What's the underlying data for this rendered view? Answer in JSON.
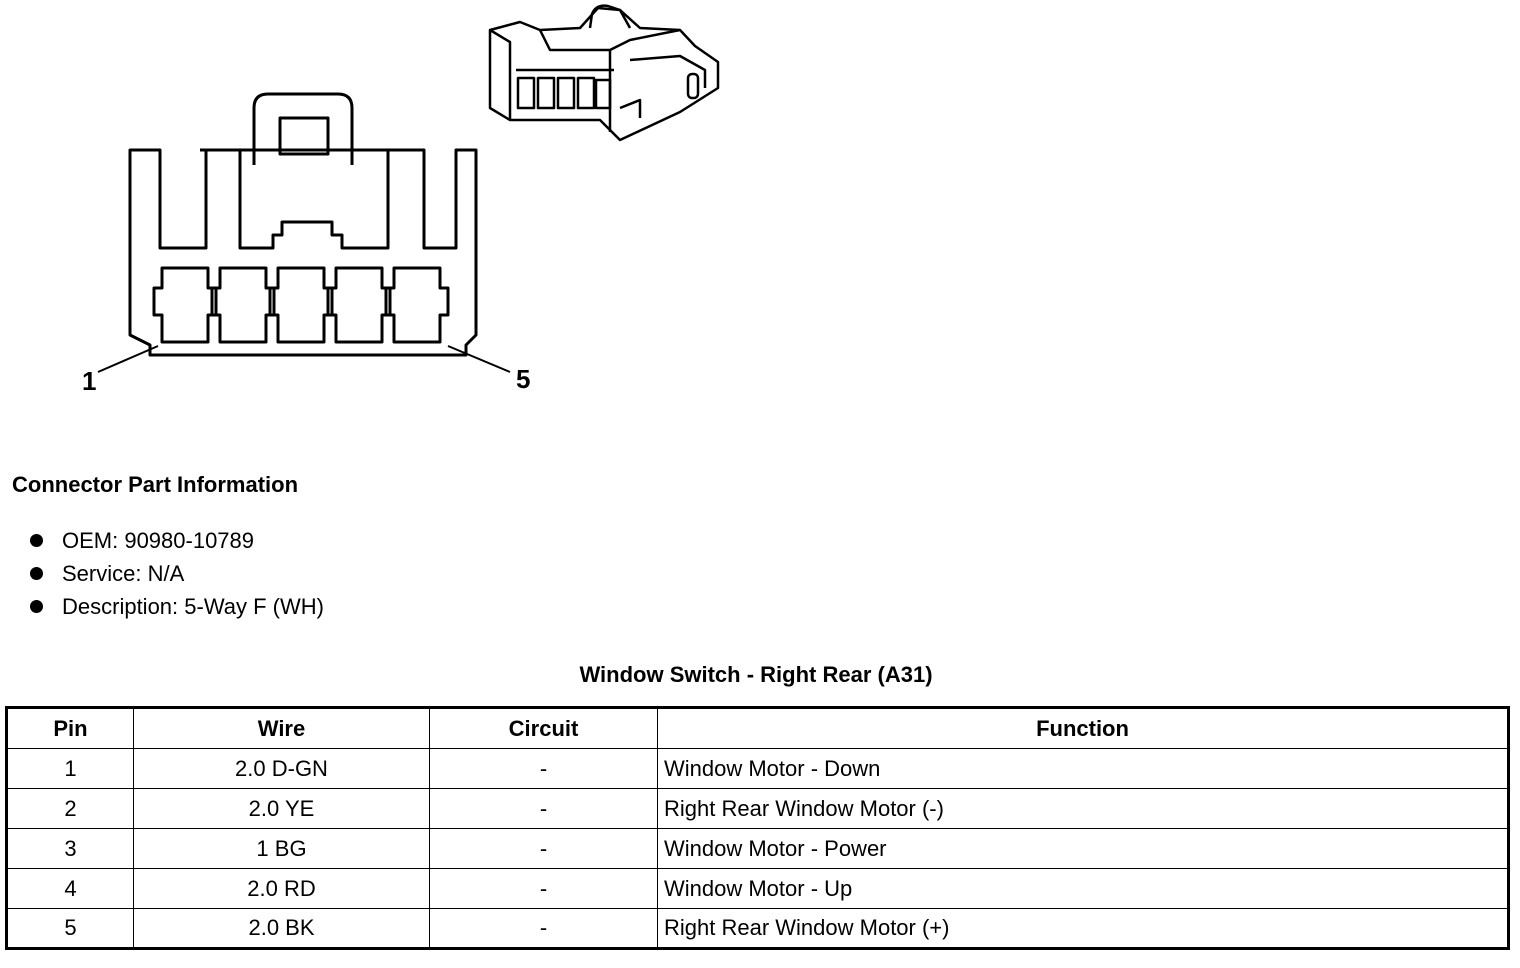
{
  "diagram": {
    "pin_first": "1",
    "pin_last": "5"
  },
  "info": {
    "title": "Connector Part Information",
    "items": [
      "OEM: 90980-10789",
      "Service: N/A",
      "Description: 5-Way F (WH)"
    ]
  },
  "table": {
    "title": "Window Switch - Right Rear (A31)",
    "headers": [
      "Pin",
      "Wire",
      "Circuit",
      "Function"
    ],
    "rows": [
      {
        "pin": "1",
        "wire": "2.0 D-GN",
        "circuit": "-",
        "function": "Window Motor - Down"
      },
      {
        "pin": "2",
        "wire": "2.0 YE",
        "circuit": "-",
        "function": "Right Rear Window Motor (-)"
      },
      {
        "pin": "3",
        "wire": "1 BG",
        "circuit": "-",
        "function": "Window Motor - Power"
      },
      {
        "pin": "4",
        "wire": "2.0 RD",
        "circuit": "-",
        "function": "Window Motor - Up"
      },
      {
        "pin": "5",
        "wire": "2.0 BK",
        "circuit": "-",
        "function": "Right Rear Window Motor (+)"
      }
    ]
  }
}
